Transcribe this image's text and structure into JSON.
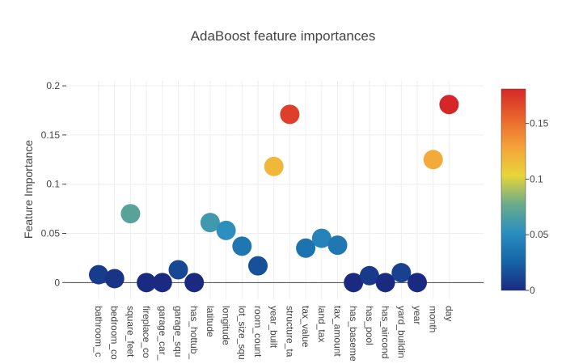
{
  "chart_data": {
    "type": "scatter",
    "title": "AdaBoost feature importances",
    "xlabel": "",
    "ylabel": "Feature Importance",
    "ylim": [
      -0.017,
      0.205
    ],
    "yticks": [
      0,
      0.05,
      0.1,
      0.15,
      0.2
    ],
    "ytick_labels": [
      "0",
      "0.05",
      "0.1",
      "0.15",
      "0.2"
    ],
    "grid": true,
    "categories": [
      "bathroom_c",
      "bedroom_co",
      "square_feet",
      "fireplace_co",
      "garage_car_",
      "garage_squ",
      "has_hottub_",
      "latitude",
      "longitude",
      "lot_size_squ",
      "room_count",
      "year_built",
      "structure_ta",
      "tax_value",
      "land_tax",
      "tax_amount",
      "has_baseme",
      "has_pool",
      "has_aircond",
      "yard_buildin",
      "year",
      "month",
      "day"
    ],
    "values": [
      0.008,
      0.004,
      0.07,
      0.0,
      0.0,
      0.013,
      0.0,
      0.061,
      0.053,
      0.037,
      0.017,
      0.118,
      0.171,
      0.035,
      0.045,
      0.038,
      0.0,
      0.007,
      0.0,
      0.01,
      0.0,
      0.125,
      0.181
    ],
    "colorscale": {
      "min": 0,
      "max": 0.181,
      "ticks": [
        0,
        0.05,
        0.1,
        0.15
      ],
      "tick_labels": [
        "0",
        "0.05",
        "0.1",
        "0.15"
      ],
      "stops": [
        "#1a2a80",
        "#1565a6",
        "#2a8ec0",
        "#6aac8a",
        "#e8d53a",
        "#f5a13a",
        "#e8642c",
        "#d62728"
      ]
    }
  }
}
